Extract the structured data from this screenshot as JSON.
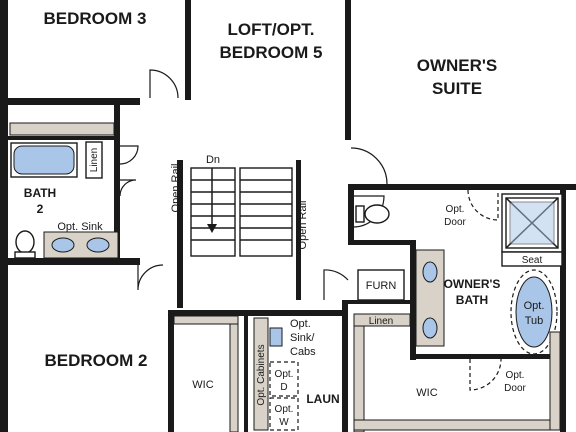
{
  "rooms": {
    "bedroom3": "BEDROOM 3",
    "loft_line1": "LOFT/OPT.",
    "loft_line2": "BEDROOM 5",
    "owners_suite_line1": "OWNER'S",
    "owners_suite_line2": "SUITE",
    "bath2_line1": "BATH",
    "bath2_line2": "2",
    "owners_bath_line1": "OWNER'S",
    "owners_bath_line2": "BATH",
    "bedroom2": "BEDROOM 2",
    "wic_left": "WIC",
    "wic_right": "WIC",
    "laundry": "LAUN"
  },
  "fixtures": {
    "linen_bath2": "Linen",
    "linen_owners": "Linen",
    "opt_sink": "Opt. Sink",
    "furn": "FURN",
    "seat": "Seat",
    "opt_tub_line1": "Opt.",
    "opt_tub_line2": "Tub",
    "opt_door_bath_line1": "Opt.",
    "opt_door_bath_line2": "Door",
    "opt_door_wic_line1": "Opt.",
    "opt_door_wic_line2": "Door",
    "opt_sink_cabs_line1": "Opt.",
    "opt_sink_cabs_line2": "Sink/",
    "opt_sink_cabs_line3": "Cabs",
    "opt_cabinets": "Opt. Cabinets",
    "opt_dryer_line1": "Opt.",
    "opt_dryer_line2": "D",
    "opt_washer_line1": "Opt.",
    "opt_washer_line2": "W"
  },
  "stairs": {
    "down_label": "Dn",
    "open_rail_left": "Open Rail",
    "open_rail_right": "Open Rail"
  }
}
